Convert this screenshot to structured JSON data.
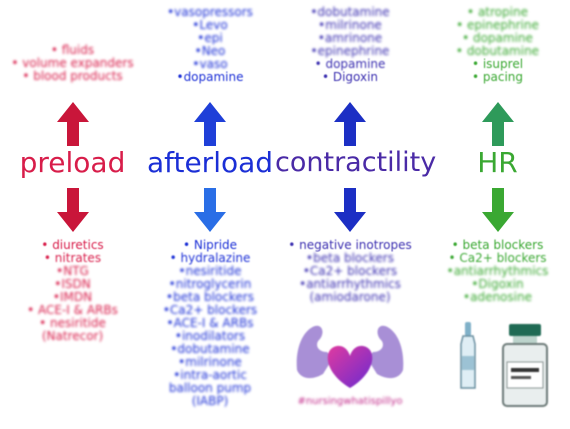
{
  "columns": {
    "preload": {
      "title": "preload",
      "top_items": [
        "• fluids",
        "• volume expanders",
        "• blood products"
      ],
      "bottom_items": [
        "• diuretics",
        "• nitrates",
        "•NTG",
        "•ISDN",
        "•IMDN",
        "• ACE-I & ARBs",
        "• nesiritide",
        "(Natrecor)"
      ],
      "color": "#d81d4a"
    },
    "afterload": {
      "title": "afterload",
      "top_items": [
        "•vasopressors",
        "•Levo",
        "•epi",
        "•Neo",
        "•vaso",
        "•dopamine"
      ],
      "bottom_items": [
        "• Nipride",
        "• hydralazine",
        "•nesiritide",
        "•nitroglycerin",
        "•beta blockers",
        "•Ca2+ blockers",
        "•ACE-I & ARBs",
        "•inodilators",
        "•dobutamine",
        "•milrinone",
        "•intra-aortic",
        "balloon pump",
        "(IABP)"
      ],
      "color": "#1b2fd6"
    },
    "contractility": {
      "title": "contractility",
      "top_items": [
        "•dobutamine",
        "•milrinone",
        "•amrinone",
        "•epinephrine",
        "• dopamine",
        "• Digoxin"
      ],
      "bottom_items": [
        "• negative inotropes",
        "•beta blockers",
        "•Ca2+ blockers",
        "•antiarrhythmics",
        "(amiodarone)"
      ],
      "hashtag": "#nursingwhatispillyo",
      "color": "#4a2aa6"
    },
    "hr": {
      "title": "HR",
      "top_items": [
        "• atropine",
        "• epinephrine",
        "• dopamine",
        "• dobutamine",
        "• isuprel",
        "• pacing"
      ],
      "bottom_items": [
        "• beta blockers",
        "• Ca2+ blockers",
        "•antiarrhythmics",
        "•Digoxin",
        "•adenosine"
      ],
      "color": "#3aa832"
    }
  },
  "icons": {
    "up": "up-arrow-icon",
    "down": "down-arrow-icon",
    "heart": "muscle-heart-icon",
    "vial": "ampule-icon",
    "bottle": "medicine-vial-icon"
  }
}
